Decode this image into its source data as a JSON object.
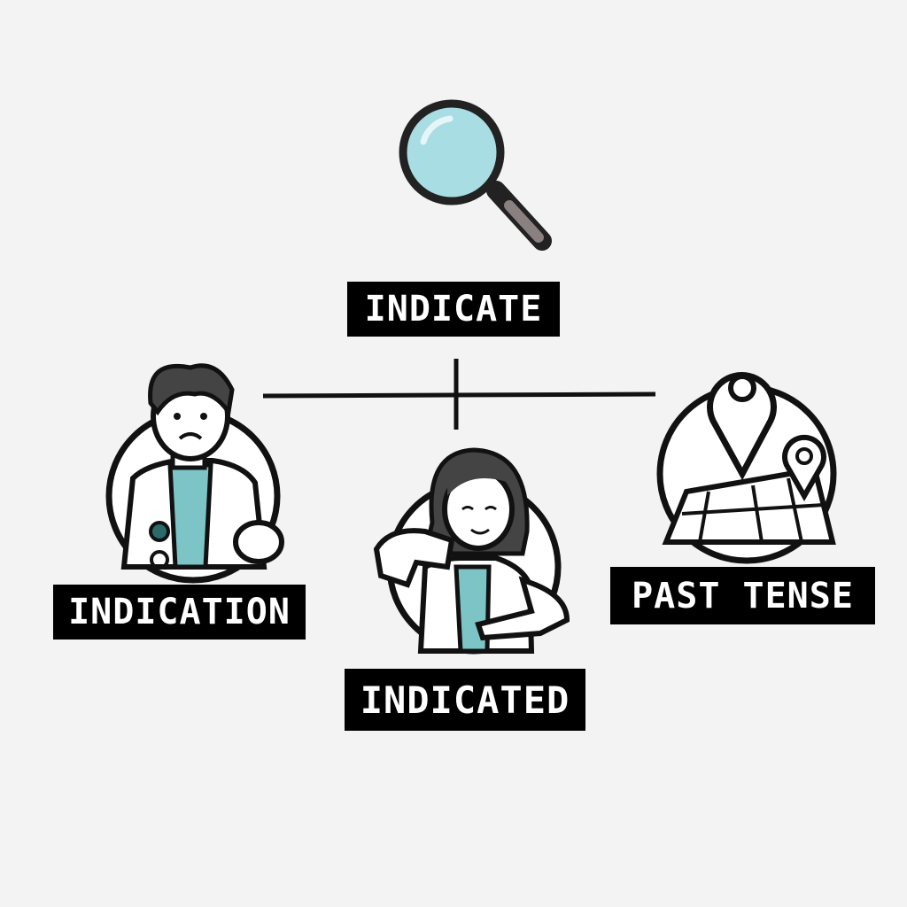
{
  "labels": {
    "center": "INDICATE",
    "left": "INDICATION",
    "middle": "INDICATED",
    "right": "PAST TENSE"
  },
  "colors": {
    "background": "#f3f3f3",
    "accent": "#7cc4c6",
    "lens": "#a8dde3",
    "ink": "#111111"
  },
  "icons": [
    "magnifying-glass-icon",
    "doctor-man-icon",
    "doctor-woman-icon",
    "map-pin-icon"
  ]
}
